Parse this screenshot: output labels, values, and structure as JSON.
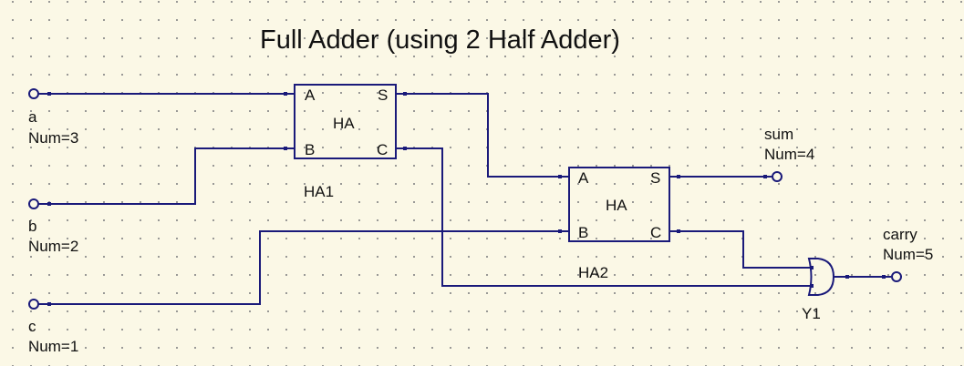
{
  "diagram": {
    "title": "Full Adder (using 2 Half Adder)",
    "inputs": [
      {
        "name": "a",
        "num": "Num=3"
      },
      {
        "name": "b",
        "num": "Num=2"
      },
      {
        "name": "c",
        "num": "Num=1"
      }
    ],
    "outputs": [
      {
        "name": "sum",
        "num": "Num=4"
      },
      {
        "name": "carry",
        "num": "Num=5"
      }
    ],
    "half_adders": [
      {
        "ref": "HA1",
        "type": "HA",
        "pins": {
          "a": "A",
          "b": "B",
          "s": "S",
          "c": "C"
        }
      },
      {
        "ref": "HA2",
        "type": "HA",
        "pins": {
          "a": "A",
          "b": "B",
          "s": "S",
          "c": "C"
        }
      }
    ],
    "or_gate": {
      "ref": "Y1"
    },
    "colors": {
      "wire": "#1a1a7a",
      "background": "#fbf8e6",
      "grid_dot": "#8a8a8a"
    }
  }
}
